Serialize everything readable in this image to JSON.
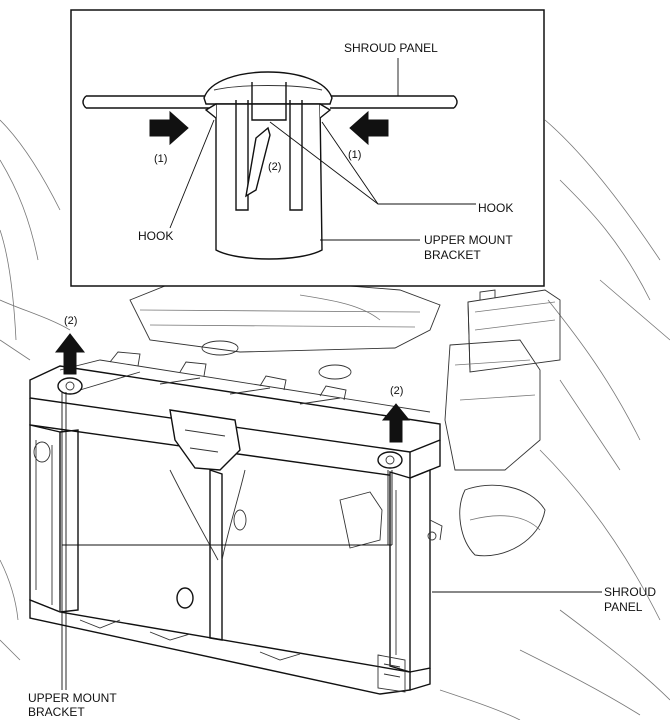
{
  "inset": {
    "shroud_panel_label": "SHROUD  PANEL",
    "callout_1_left": "(1)",
    "callout_1_right": "(1)",
    "callout_2": "(2)",
    "hook_left": "HOOK",
    "hook_right": "HOOK",
    "upper_mount_line1": "UPPER MOUNT",
    "upper_mount_line2": "BRACKET"
  },
  "main": {
    "callout_2_left": "(2)",
    "callout_2_right": "(2)",
    "shroud_panel_line1": "SHROUD",
    "shroud_panel_line2": "PANEL",
    "upper_mount_line1": "UPPER MOUNT",
    "upper_mount_line2": "BRACKET"
  }
}
